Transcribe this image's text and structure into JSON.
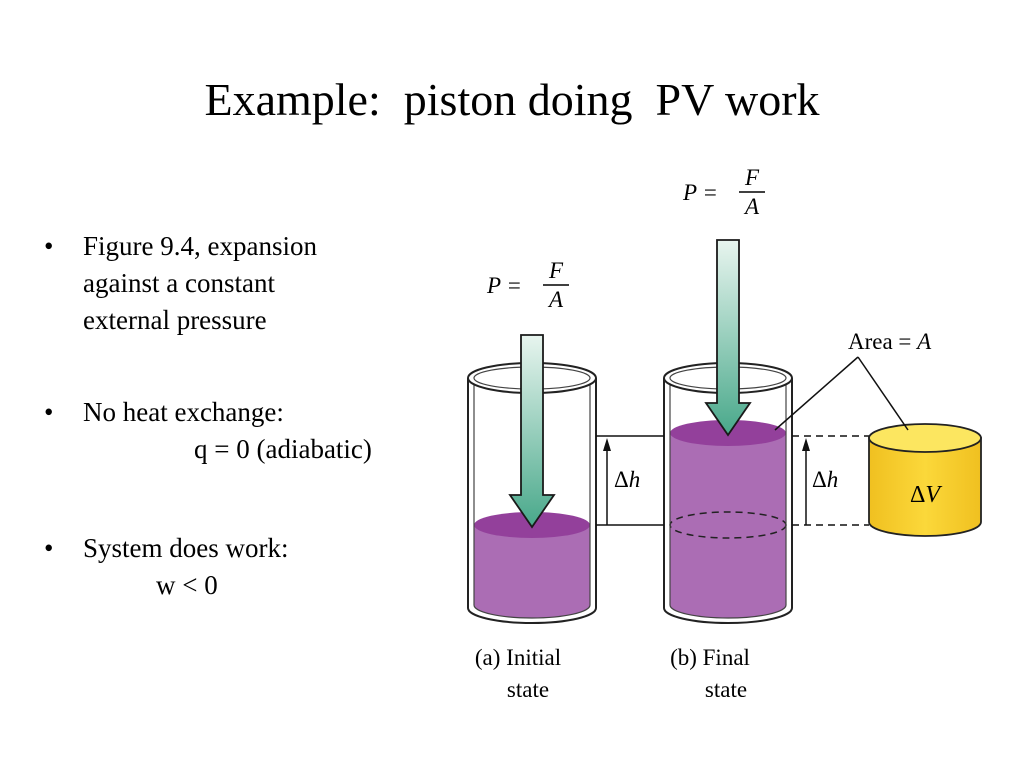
{
  "slide": {
    "title": "Example:  piston doing  PV work"
  },
  "bullets": [
    {
      "text": "Figure 9.4, expansion",
      "text2": "against a constant",
      "text3": "external pressure"
    },
    {
      "text": "No heat exchange:",
      "sub": "q = 0 (adiabatic)"
    },
    {
      "text": "System does work:",
      "sub": "w < 0"
    }
  ],
  "bullet_symbol": "•",
  "figure": {
    "pressure_label_P": "P =",
    "fraction_num": "F",
    "fraction_den": "A",
    "area_label": "Area = ",
    "area_var": "A",
    "delta_h": "Δ",
    "h_var": "h",
    "delta_V": "Δ",
    "V_var": "V",
    "caption_a_line1": "(a) Initial",
    "caption_a_line2": "state",
    "caption_b_line1": "(b) Final",
    "caption_b_line2": "state",
    "colors": {
      "purple_fill": "#ab6db4",
      "purple_top": "#93409b",
      "arrow_light": "#e8f5ef",
      "arrow_dark": "#48a88a",
      "gold": "#f8d030",
      "gold_top": "#fce660"
    }
  }
}
